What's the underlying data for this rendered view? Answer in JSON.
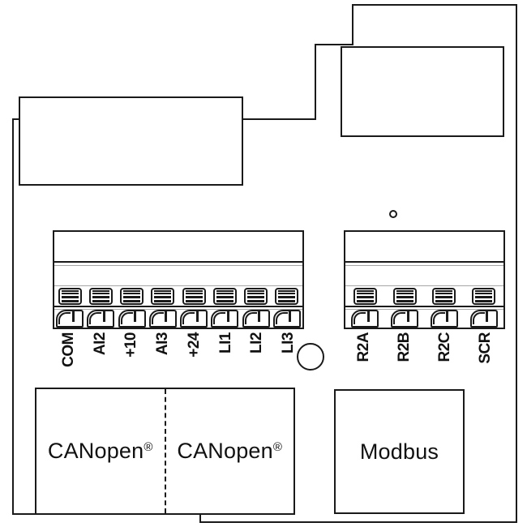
{
  "terminal_blocks": {
    "left": {
      "labels": [
        "COM",
        "AI2",
        "+10",
        "AI3",
        "+24",
        "LI1",
        "LI2",
        "LI3"
      ]
    },
    "right": {
      "labels": [
        "R2A",
        "R2B",
        "R2C",
        "SCR"
      ]
    }
  },
  "connectors": {
    "canopen_left": {
      "label": "CANopen",
      "reg": "®"
    },
    "canopen_right": {
      "label": "CANopen",
      "reg": "®"
    },
    "modbus": {
      "label": "Modbus"
    }
  },
  "colors": {
    "line": "#1a1a1a",
    "gray_line": "#a6a6a6",
    "background": "#ffffff"
  }
}
